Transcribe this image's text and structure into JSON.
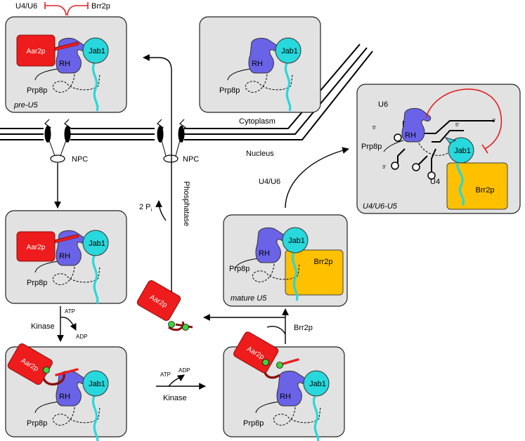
{
  "regulation": {
    "u4u6": "U4/U6",
    "brr2p": "Brr2p"
  },
  "compartments": {
    "cytoplasm": "Cytoplasm",
    "nucleus": "Nucleus",
    "npc_left": "NPC",
    "npc_right": "NPC"
  },
  "proteins": {
    "aar2p": "Aar2p",
    "rh": "RH",
    "jab1": "Jab1",
    "prp8p": "Prp8p",
    "brr2p": "Brr2p"
  },
  "captions": {
    "pre_u5": "pre-U5",
    "mature_u5": "mature U5",
    "u4u6_u5": "U4/U6-U5"
  },
  "reactions": {
    "atp": "ATP",
    "adp": "ADP",
    "kinase": "Kinase",
    "phosphatase": "Phosphatase",
    "two_pi": "2 P",
    "pi_sub": "i",
    "u4u6_add": "U4/U6",
    "brr2p_add": "Brr2p"
  },
  "rna": {
    "u6": "U6",
    "u4": "U4",
    "five_prime": "5'",
    "three_prime": "3'"
  },
  "colors": {
    "aar2p": "#ee1c1c",
    "rh": "#6a63e8",
    "jab1": "#27d8dc",
    "brr2p": "#ffc000",
    "phosphate": "#3fd23f",
    "inhibition": "#e02020",
    "box": "#e2e2e2"
  }
}
